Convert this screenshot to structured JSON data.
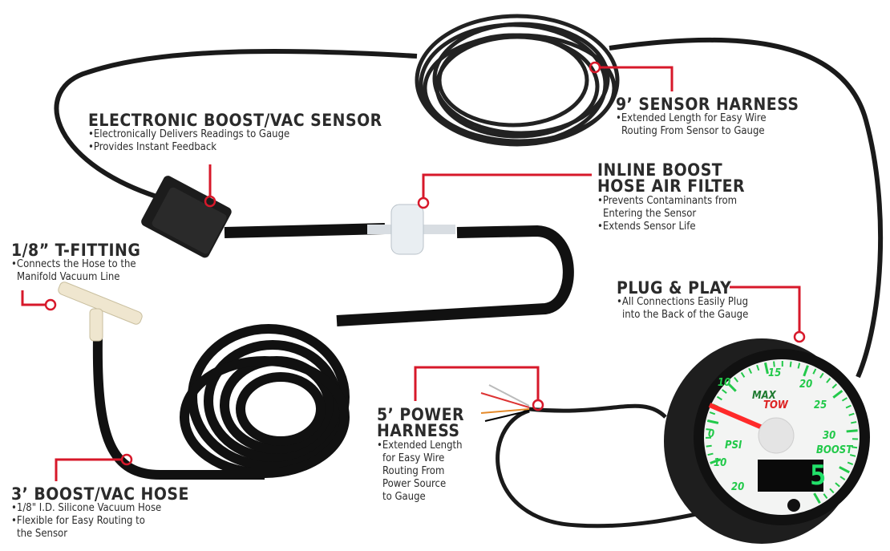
{
  "callouts": {
    "sensor": {
      "title": "ELECTRONIC BOOST/VAC SENSOR",
      "bullets": [
        "•Electronically Delivers Readings to Gauge",
        "•Provides Instant Feedback"
      ]
    },
    "sensor_harness": {
      "title": "9’ SENSOR HARNESS",
      "bullets": [
        "•Extended Length for Easy Wire",
        "Routing From Sensor to Gauge"
      ]
    },
    "air_filter": {
      "title_lines": [
        "INLINE BOOST",
        "HOSE AIR FILTER"
      ],
      "bullets": [
        "•Prevents Contaminants from",
        "Entering the Sensor",
        "•Extends Sensor Life"
      ]
    },
    "t_fitting": {
      "title": "1/8” T-FITTING",
      "bullets": [
        "•Connects the Hose to the",
        "Manifold Vacuum Line"
      ]
    },
    "plug_play": {
      "title": "PLUG & PLAY",
      "bullets": [
        "•All Connections Easily Plug",
        "into the Back of the Gauge"
      ]
    },
    "power_harness": {
      "title_lines": [
        "5’ POWER",
        "HARNESS"
      ],
      "bullets": [
        "•Extended Length",
        "for Easy Wire",
        "Routing From",
        "Power Source",
        "to Gauge"
      ]
    },
    "hose": {
      "title": "3’ BOOST/VAC HOSE",
      "bullets": [
        "•1/8\" I.D. Silicone Vacuum Hose",
        "•Flexible for Easy Routing to",
        "the Sensor"
      ]
    }
  },
  "gauge": {
    "brand_top": "MAX",
    "brand_bottom": "TOW",
    "boost_ticks": [
      "10",
      "15",
      "20",
      "25",
      "30"
    ],
    "vac_ticks": [
      "0",
      "10",
      "20"
    ],
    "unit": "PSI",
    "mode": "BOOST",
    "digital_readout": "5",
    "accent_color": "#22c94a",
    "needle_color": "#ff2a2a"
  },
  "callout_color": "#d7182a"
}
